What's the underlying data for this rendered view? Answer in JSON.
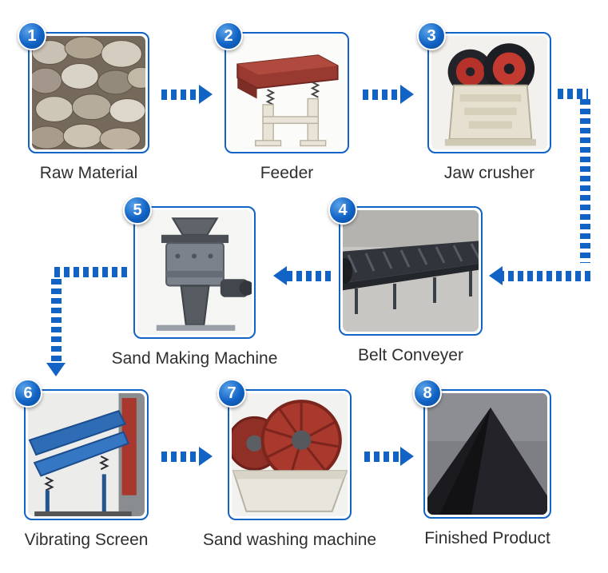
{
  "diagram": {
    "accent_color": "#1163c6",
    "steps": [
      {
        "number": "1",
        "label": "Raw Material",
        "image": "raw-material-photo"
      },
      {
        "number": "2",
        "label": "Feeder",
        "image": "feeder-photo"
      },
      {
        "number": "3",
        "label": "Jaw crusher",
        "image": "jaw-crusher-photo"
      },
      {
        "number": "4",
        "label": "Belt Conveyer",
        "image": "belt-conveyer-photo"
      },
      {
        "number": "5",
        "label": "Sand Making Machine",
        "image": "sand-making-machine-photo"
      },
      {
        "number": "6",
        "label": "Vibrating Screen",
        "image": "vibrating-screen-photo"
      },
      {
        "number": "7",
        "label": "Sand washing machine",
        "image": "sand-washing-machine-photo"
      },
      {
        "number": "8",
        "label": "Finished Product",
        "image": "finished-product-photo"
      }
    ]
  }
}
